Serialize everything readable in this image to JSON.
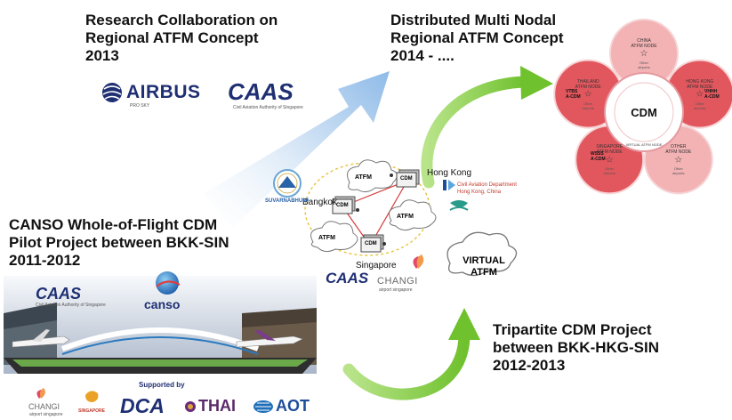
{
  "headings": {
    "research": "Research Collaboration on\nRegional ATFM Concept\n2013",
    "distributed": "Distributed Multi Nodal\nRegional ATFM Concept\n2014 - ....",
    "canso_pilot": "CANSO Whole-of-Flight CDM\nPilot Project between BKK-SIN\n2011-2012",
    "tripartite": "Tripartite CDM Project\nbetween BKK-HKG-SIN\n2012-2013"
  },
  "logos": {
    "airbus": "AIRBUS",
    "airbus_sub": "PRO SKY",
    "caas": "CAAS",
    "caas_sub": "Civil Aviation Authority of Singapore",
    "canso": "canso",
    "supported_by": "Supported by",
    "changi": "CHANGI",
    "changi_sub": "airport singapore",
    "singapore": "SINGAPORE",
    "dca": "DCA",
    "thai": "THAI",
    "aot": "AOT",
    "suvarnabhumi": "SUVARNABHUMI",
    "hk_cad": "Civil Aviation Department\nHong Kong, China"
  },
  "network": {
    "cities": [
      "Bangkok",
      "Hong Kong",
      "Singapore"
    ],
    "cdm_label": "CDM",
    "atfm_label": "ATFM",
    "virtual_atfm": "VIRTUAL\nATFM"
  },
  "nodes": {
    "center": "CDM",
    "ring_label": "VIRTUAL ATFM NODE",
    "petals": [
      {
        "name": "CHINA\nATFM NODE"
      },
      {
        "name": "HONG KONG\nATFM NODE"
      },
      {
        "name": "OTHER\nATFM NODE"
      },
      {
        "name": "SINGAPORE\nATFM NODE"
      },
      {
        "name": "THAILAND\nATFM NODE"
      }
    ],
    "other_airports": "Other\nairports",
    "vtbs": "VTBS\nA-CDM",
    "vhhh": "VHHH\nA-CDM",
    "wsss": "WSSS\nA-CDM"
  },
  "colors": {
    "heading": "#111111",
    "navy": "#1f2f73",
    "green_arrow": "#7ccb3a",
    "blue_arrow": "#9ec5ea",
    "petal_dark": "#e2575e",
    "petal_light": "#f3b2b4",
    "cloud_stroke": "#7a7a7a",
    "dca_red": "#d7262c"
  },
  "icons": [
    "airbus-globe-icon",
    "canso-globe-icon",
    "star-icon",
    "aircraft-icon",
    "cloud-icon"
  ]
}
